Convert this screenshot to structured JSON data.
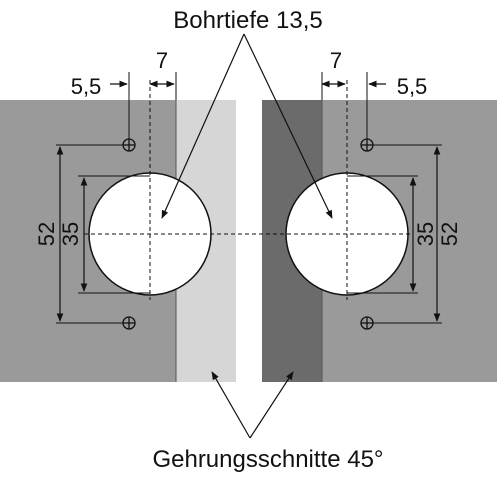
{
  "labels": {
    "drill_depth": "Bohrtiefe 13,5",
    "miter_cuts": "Gehrungsschnitte 45°",
    "left_outer_offset": "5,5",
    "left_inner_offset": "7",
    "right_inner_offset": "7",
    "right_outer_offset": "5,5",
    "left_screw_spacing": "52",
    "left_cup_spacing": "35",
    "right_cup_spacing": "35",
    "right_screw_spacing": "52"
  },
  "colors": {
    "panel_gray": "#9a9a9a",
    "light_miter": "#d6d6d6",
    "dark_miter": "#6b6b6b",
    "hole_white": "#ffffff",
    "line_black": "#111111"
  },
  "icons": {
    "screw_hole": "circle-crosshair-icon",
    "dimension_arrow": "arrow-icon"
  }
}
